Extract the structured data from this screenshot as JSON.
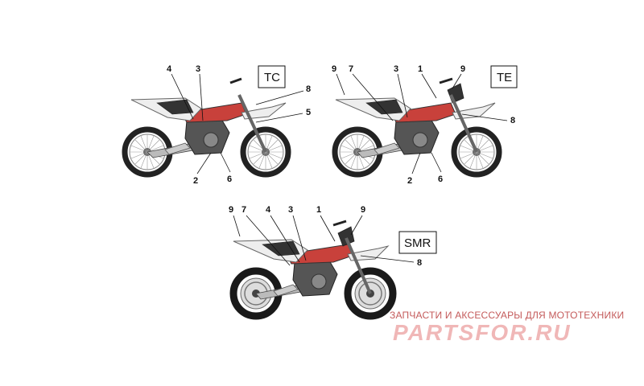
{
  "diagrams": [
    {
      "model": "TC",
      "callouts": [
        "4",
        "3",
        "8",
        "5",
        "2",
        "6"
      ]
    },
    {
      "model": "TE",
      "callouts": [
        "9",
        "7",
        "3",
        "1",
        "9",
        "8",
        "2",
        "6"
      ]
    },
    {
      "model": "SMR",
      "callouts": [
        "9",
        "7",
        "4",
        "3",
        "1",
        "9",
        "8"
      ]
    }
  ],
  "watermark": {
    "text": "ЗАПЧАСТИ И АКСЕССУАРЫ ДЛЯ МОТОТЕХНИКИ",
    "logo": "PARTSFOR.RU",
    "color": "#d9534f"
  }
}
